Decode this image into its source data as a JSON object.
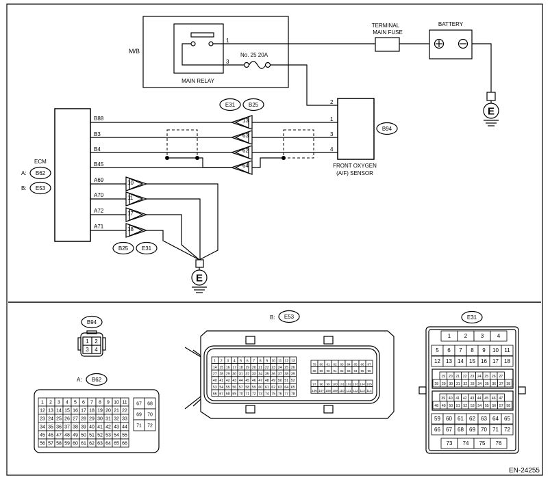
{
  "labels": {
    "mb": "M/B",
    "main_relay": "MAIN RELAY",
    "fuse": "No. 25  20A",
    "terminal_main_fuse_1": "TERMINAL",
    "terminal_main_fuse_2": "MAIN FUSE",
    "battery": "BATTERY",
    "ecm": "ECM",
    "sensor_1": "FRONT OXYGEN",
    "sensor_2": "(A/F) SENSOR",
    "a_prefix": "A:",
    "b_prefix": "B:",
    "ground_symbol": "E",
    "doc_code": "EN-24255"
  },
  "relay_pins": {
    "p1": "1",
    "p3": "3"
  },
  "sensor_pins": [
    "2",
    "1",
    "3",
    "4"
  ],
  "ecm_pins_top": [
    "B88",
    "B3",
    "B4",
    "B45"
  ],
  "ecm_pins_bottom": [
    "A69",
    "A70",
    "A72",
    "A71"
  ],
  "connector_pins_top": [
    "13",
    "63",
    "62",
    "64"
  ],
  "connector_pins_bottom": [
    "10",
    "11",
    "17",
    "18"
  ],
  "connector_tags": {
    "top_left": "E31",
    "top_right": "B25",
    "sensor": "B94",
    "ecm_a": "B62",
    "ecm_b": "E53",
    "bottom_left": "B25",
    "bottom_right": "E31"
  },
  "connector_views": {
    "b94": {
      "tag": "B94",
      "pins": [
        "1",
        "2",
        "3",
        "4"
      ]
    },
    "b62": {
      "prefix": "A:",
      "tag": "B62",
      "rows": [
        [
          "1",
          "2",
          "3",
          "4",
          "5",
          "6",
          "7",
          "8",
          "9",
          "10",
          "11"
        ],
        [
          "12",
          "13",
          "14",
          "15",
          "16",
          "17",
          "18",
          "19",
          "20",
          "21",
          "22"
        ],
        [
          "23",
          "24",
          "25",
          "26",
          "27",
          "28",
          "29",
          "30",
          "31",
          "32",
          "33"
        ],
        [
          "34",
          "35",
          "36",
          "37",
          "38",
          "39",
          "40",
          "41",
          "42",
          "43",
          "44"
        ],
        [
          "45",
          "46",
          "47",
          "48",
          "49",
          "50",
          "51",
          "52",
          "53",
          "54",
          "55"
        ],
        [
          "56",
          "57",
          "58",
          "59",
          "60",
          "61",
          "62",
          "63",
          "64",
          "65",
          "66"
        ]
      ],
      "side_rows": [
        [
          "67",
          "68"
        ],
        [
          "69",
          "70"
        ],
        [
          "71",
          "72"
        ]
      ]
    },
    "e53": {
      "prefix": "B:",
      "tag": "E53",
      "left_rows": [
        [
          "1",
          "2",
          "3",
          "4",
          "5",
          "6",
          "7",
          "8",
          "9",
          "10",
          "11",
          "12",
          "13"
        ],
        [
          "14",
          "15",
          "16",
          "17",
          "18",
          "19",
          "20",
          "21",
          "22",
          "23",
          "24",
          "25",
          "26"
        ],
        [
          "27",
          "28",
          "29",
          "30",
          "31",
          "32",
          "33",
          "34",
          "35",
          "36",
          "37",
          "38",
          "39"
        ],
        [
          "40",
          "41",
          "42",
          "43",
          "44",
          "45",
          "46",
          "47",
          "48",
          "49",
          "50",
          "51",
          "52"
        ],
        [
          "53",
          "54",
          "55",
          "56",
          "57",
          "58",
          "59",
          "60",
          "61",
          "62",
          "63",
          "64",
          "65"
        ],
        [
          "66",
          "67",
          "68",
          "69",
          "70",
          "71",
          "72",
          "73",
          "74",
          "75",
          "76",
          "77",
          "78"
        ]
      ],
      "right_top_rows": [
        [
          "79",
          "80",
          "81",
          "82",
          "83",
          "84",
          "85",
          "86",
          "87"
        ],
        [
          "88",
          "89",
          "90",
          "91",
          "92",
          "93",
          "94",
          "95",
          "96"
        ]
      ],
      "right_bottom_rows": [
        [
          "97",
          "98",
          "99",
          "100",
          "101",
          "102",
          "103",
          "104",
          "105"
        ],
        [
          "106",
          "107",
          "108",
          "109",
          "110",
          "111",
          "112",
          "113",
          "114"
        ]
      ]
    },
    "e31": {
      "tag": "E31",
      "row1": [
        "1",
        "2",
        "3",
        "4"
      ],
      "row2": [
        "5",
        "6",
        "7",
        "8",
        "9",
        "10",
        "11"
      ],
      "row3": [
        "12",
        "13",
        "14",
        "15",
        "16",
        "17",
        "18"
      ],
      "row4": [
        "19",
        "20",
        "21",
        "22",
        "23",
        "24",
        "25",
        "26",
        "27"
      ],
      "row5": [
        "28",
        "29",
        "30",
        "31",
        "32",
        "33",
        "34",
        "35",
        "36",
        "37",
        "38"
      ],
      "row6": [
        "39",
        "40",
        "41",
        "42",
        "43",
        "44",
        "45",
        "46",
        "47"
      ],
      "row7": [
        "48",
        "49",
        "50",
        "51",
        "52",
        "53",
        "54",
        "55",
        "56",
        "57",
        "58"
      ],
      "row8": [
        "59",
        "60",
        "61",
        "62",
        "63",
        "64",
        "65"
      ],
      "row9": [
        "66",
        "67",
        "68",
        "69",
        "70",
        "71",
        "72"
      ],
      "row10": [
        "73",
        "74",
        "75",
        "76"
      ]
    }
  }
}
